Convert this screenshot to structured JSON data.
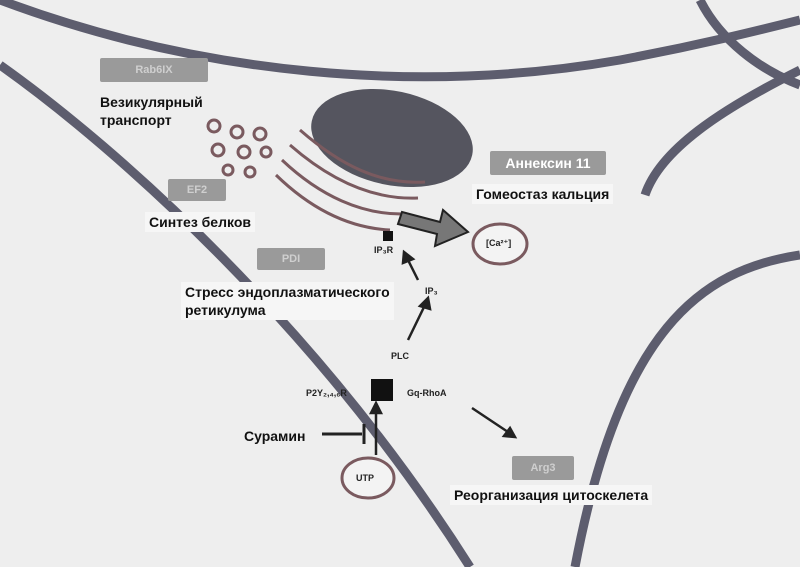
{
  "labels": {
    "vesicular": [
      "Везикулярный",
      "транспорт"
    ],
    "protein_synthesis": "Синтез белков",
    "er_stress": [
      "Стресс эндоплазматического",
      "ретикулума"
    ],
    "calcium": "Гомеостаз кальция",
    "annexin": "Аннексин 11",
    "suramin": "Сурамин",
    "cytoskeleton": "Реорганизация цитоскелета"
  },
  "gray_boxes": {
    "rab": "Rab6IX",
    "eif": "EF2",
    "pdi": "PDI",
    "arg": "Arg3"
  },
  "small_labels": {
    "ip3r": "IP₃R",
    "ip3": "IP₃",
    "plc": "PLC",
    "p2y": "P2Y₂,₄,₆R",
    "gq": "Gq-RhoA",
    "ca": "[Ca²⁺]",
    "utp": "UTP"
  },
  "colors": {
    "membrane": "#5d5d6e",
    "nucleus": "#55555f",
    "golgi": "#7a5a5f",
    "background": "#eeeeee"
  }
}
